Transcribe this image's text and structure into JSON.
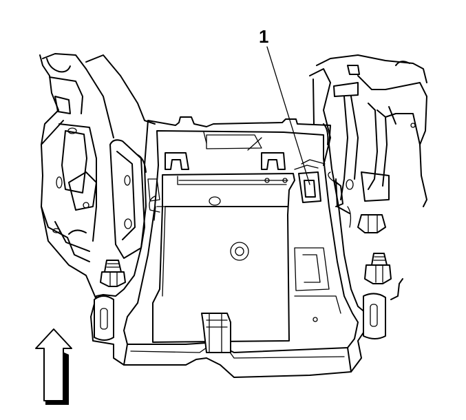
{
  "figure": {
    "callouts": [
      {
        "number": "1",
        "target": "module-clip"
      }
    ],
    "direction_arrow": {
      "pointing": "up"
    }
  }
}
